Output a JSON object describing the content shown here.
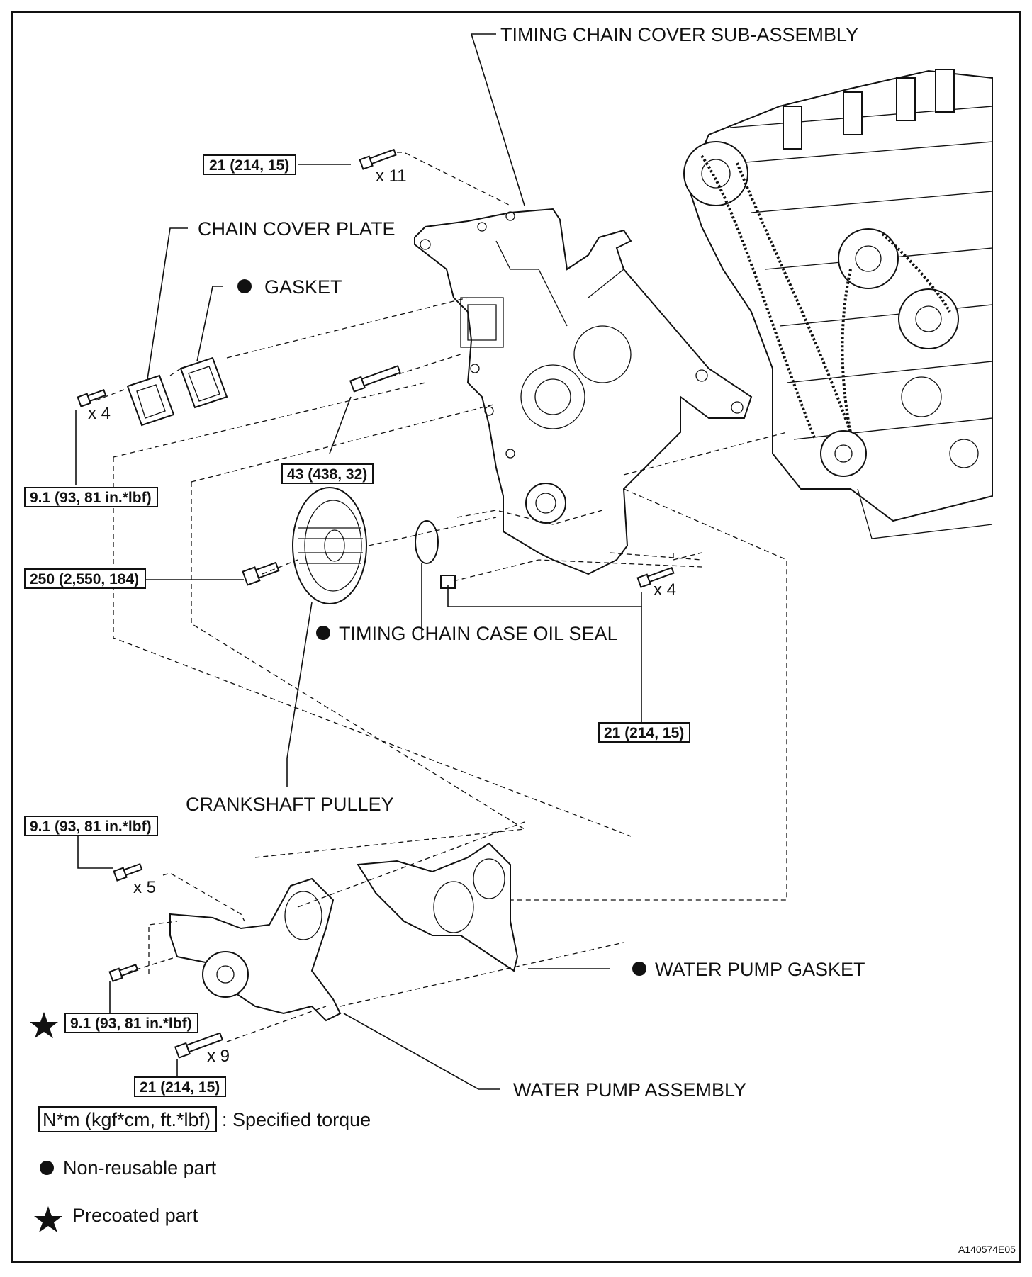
{
  "labels": {
    "timing_chain_cover": "TIMING CHAIN COVER SUB-ASSEMBLY",
    "chain_cover_plate": "CHAIN COVER PLATE",
    "gasket": "GASKET",
    "oil_seal": "TIMING CHAIN CASE OIL SEAL",
    "crankshaft_pulley": "CRANKSHAFT PULLEY",
    "water_pump_gasket": "WATER PUMP GASKET",
    "water_pump_assembly": "WATER PUMP ASSEMBLY"
  },
  "torques": {
    "t1": "21 (214, 15)",
    "t2": "9.1 (93, 81 in.*lbf)",
    "t3": "43 (438, 32)",
    "t4": "250 (2,550, 184)",
    "t5": "21 (214, 15)",
    "t6": "9.1 (93, 81 in.*lbf)",
    "t7": "9.1 (93, 81 in.*lbf)",
    "t8": "21 (214, 15)"
  },
  "quantities": {
    "q1": "x 11",
    "q2": "x 4",
    "q3": "x 4",
    "q4": "x 5",
    "q5": "x 9"
  },
  "legend": {
    "torque_unit": "N*m (kgf*cm, ft.*lbf)",
    "torque_desc": ": Specified torque",
    "non_reusable": "Non-reusable part",
    "precoated": "Precoated part"
  },
  "figure_id": "A140574E05"
}
